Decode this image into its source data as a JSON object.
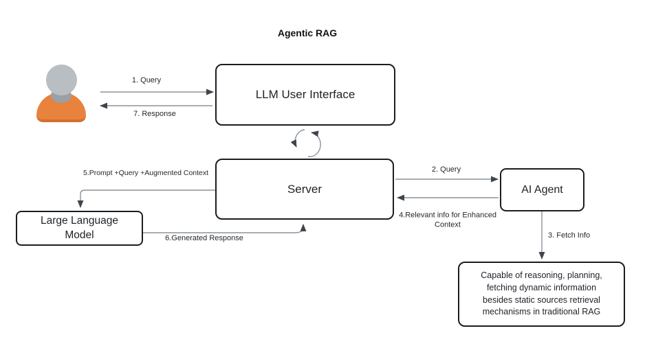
{
  "title": "Agentic RAG",
  "nodes": {
    "llm_ui": {
      "label": "LLM User Interface"
    },
    "server": {
      "label": "Server"
    },
    "ai_agent": {
      "label": "AI Agent"
    },
    "llm": {
      "lines": [
        "Large Language",
        "Model"
      ]
    },
    "note": {
      "lines": [
        "Capable of reasoning, planning,",
        "fetching dynamic information",
        "besides static sources retrieval",
        "mechanisms in traditional RAG"
      ]
    }
  },
  "edges": {
    "query1": {
      "label": "1. Query"
    },
    "response7": {
      "label": "7. Response"
    },
    "query2": {
      "label": "2. Query"
    },
    "fetch3": {
      "label": "3. Fetch Info"
    },
    "relevant4": {
      "lines": [
        "4.Relevant info for Enhanced",
        "Context"
      ]
    },
    "prompt5": {
      "label": "5.Prompt +Query +Augmented Context"
    },
    "generated6": {
      "label": "6.Generated Response"
    }
  },
  "icons": {
    "user_avatar": "user-avatar",
    "sync_cycle": "sync-cycle-icon"
  },
  "colors": {
    "background": "#FFFFFF",
    "box_border": "#191C20",
    "wire_line": "#8B9299",
    "arrowhead": "#3E454E",
    "avatar_head_gray": "#B9BEC3",
    "avatar_neck_gray": "#99A1A7",
    "avatar_body_orange": "#E8823C",
    "avatar_body_shade": "#D2702E"
  }
}
